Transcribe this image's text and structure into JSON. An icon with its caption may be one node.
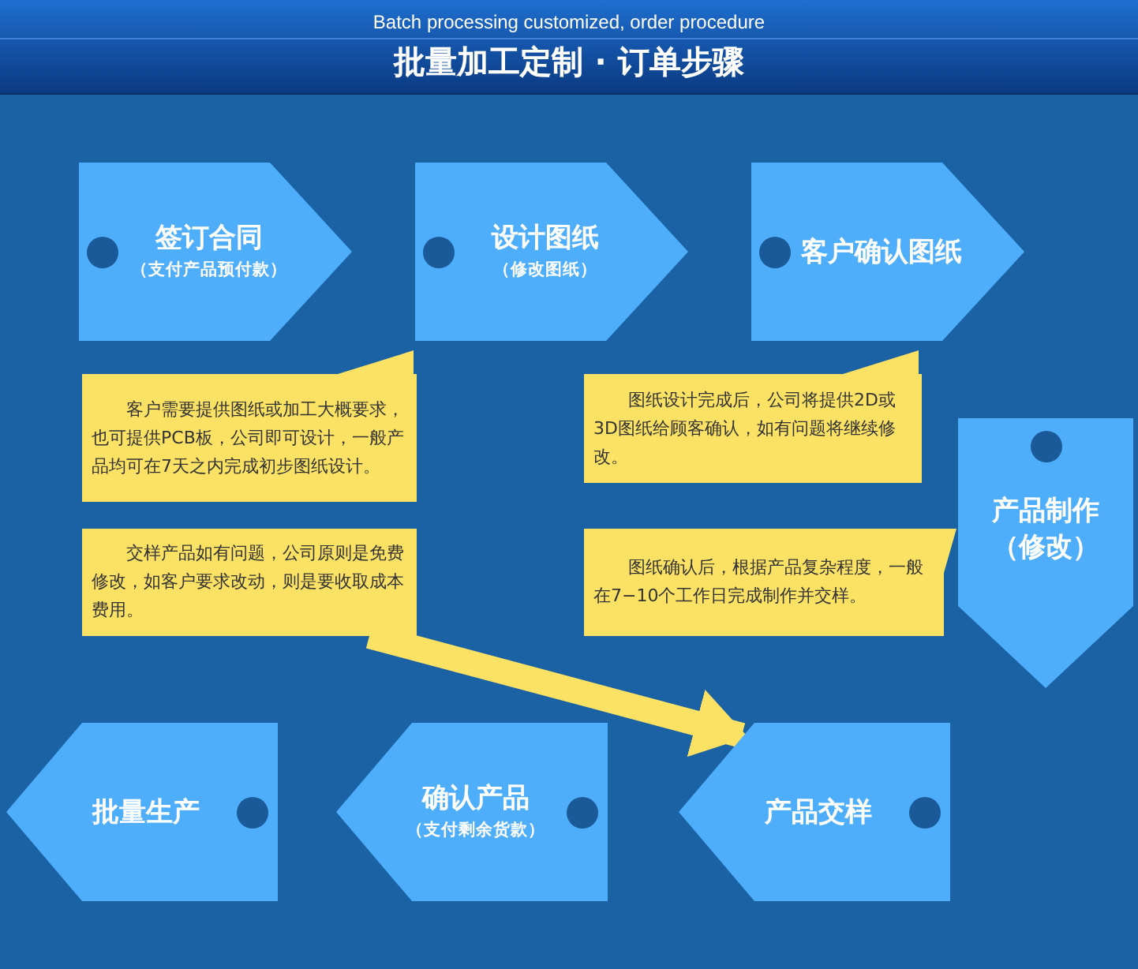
{
  "diagram": {
    "title": "批量加工定制 · 订单步骤",
    "nodes": [
      {
        "text": [
          "签订合同",
          "（支付产品预付款）"
        ]
      },
      {
        "text": [
          "设计图纸",
          "（修改图纸）"
        ]
      },
      {
        "text": [
          "客户确认图纸"
        ]
      },
      {
        "text": [
          "客户需要提供图纸或加工大概要求，也可提供PCB板，公司即可设计，一般产品均可在7天之内完成初步图纸设计。"
        ]
      },
      {
        "text": [
          "图纸设计完成后，公司将提供2D或3D图纸给顾客确认，如有问题将继续修改。"
        ]
      },
      {
        "text": [
          "产品制作",
          "（修改）"
        ]
      },
      {
        "text": [
          "交样产品如有问题，公司原则是免费修改，如客户要求改动，则是要收取成本费用。"
        ]
      },
      {
        "text": [
          "图纸确认后，根据产品复杂程度，一般在7−10个工作日完成制作并交样。"
        ]
      },
      {
        "text": [
          "批量生产"
        ]
      },
      {
        "text": [
          "确认产品",
          "（支付剩余货款）"
        ]
      },
      {
        "text": [
          "产品交样"
        ]
      }
    ],
    "edges": [
      {
        "from": 6,
        "to": 10,
        "arrow": "to"
      }
    ],
    "labels": [
      "Batch processing customized, order procedure"
    ]
  }
}
